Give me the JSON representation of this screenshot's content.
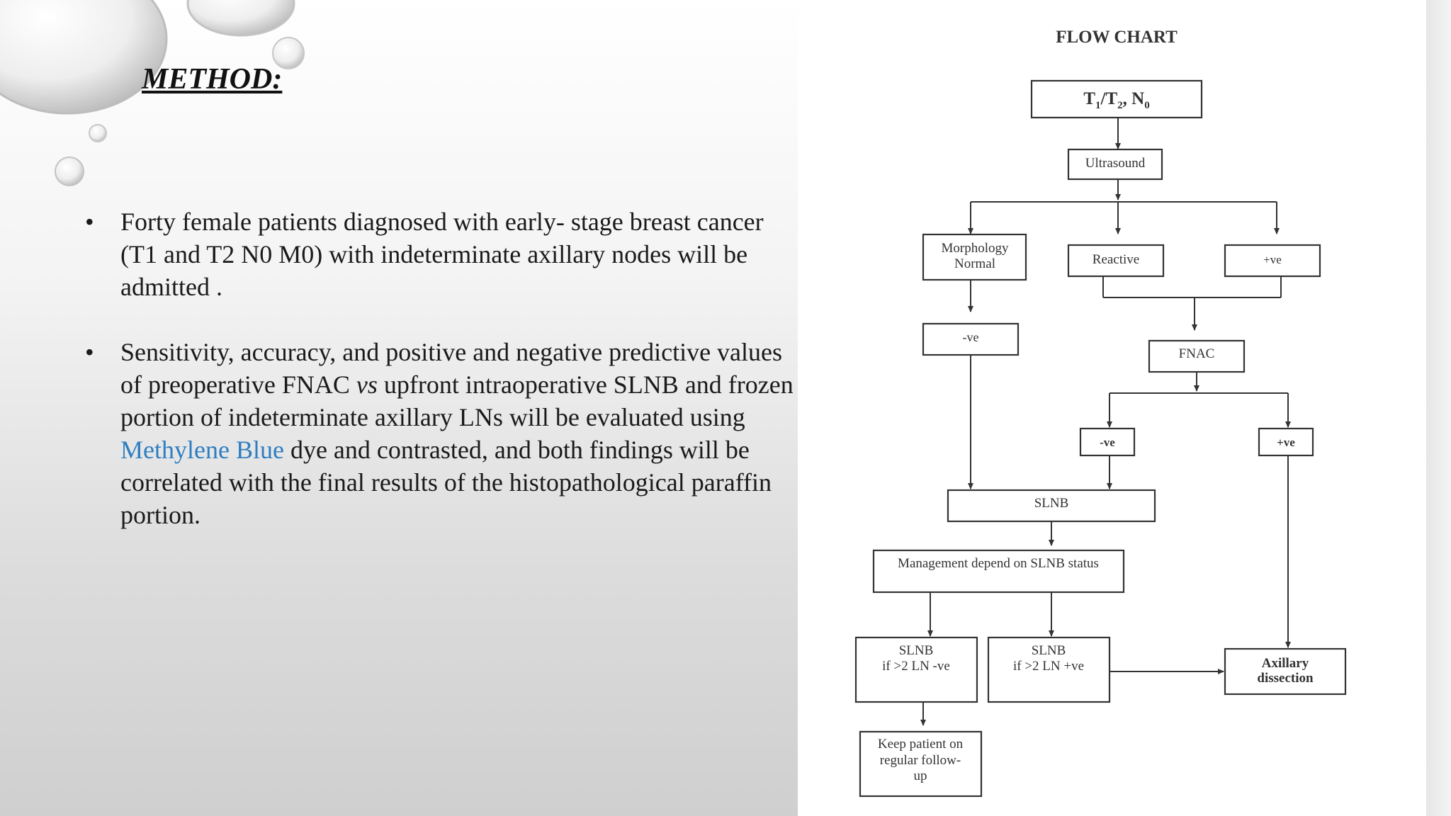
{
  "slide": {
    "title": "METHOD:",
    "bullet_1": "Forty female patients diagnosed with early- stage breast cancer (T1 and T2 N0 M0) with indeterminate axillary nodes will be admitted .",
    "bullet_2_part1": "Sensitivity, accuracy, and positive and negative predictive values of preoperative FNAC ",
    "bullet_2_vs": "vs",
    "bullet_2_part2": " upfront intraoperative SLNB and frozen portion of indeterminate axillary LNs will be evaluated using ",
    "bullet_2_highlight": "Methylene Blue",
    "bullet_2_part3": " dye and contrasted, and both findings will be correlated with the final results of the histopathological paraffin portion.",
    "bullet_marker": "•",
    "accent_color": "#2e7ec2"
  },
  "flowchart": {
    "title": "FLOW CHART",
    "root_T": "T",
    "root_sub1": "1",
    "root_mid": "/T",
    "root_sub2": "2",
    "root_N": ", N",
    "root_sub0": "0",
    "ultrasound": "Ultrasound",
    "morph_line1": "Morphology",
    "morph_line2": "Normal",
    "reactive": "Reactive",
    "positive_top": "+ve",
    "negative_left": "-ve",
    "fnac": "FNAC",
    "fnac_negative": "-ve",
    "fnac_positive": "+ve",
    "slnb": "SLNB",
    "management": "Management depend on SLNB status",
    "slnb_neg_line1": "SLNB",
    "slnb_neg_line2": "if >2 LN -ve",
    "slnb_pos_line1": "SLNB",
    "slnb_pos_line2": "if >2 LN +ve",
    "axillary_line1": "Axillary",
    "axillary_line2": "dissection",
    "keep_line1": "Keep patient on",
    "keep_line2": "regular follow-",
    "keep_line3": "up"
  }
}
